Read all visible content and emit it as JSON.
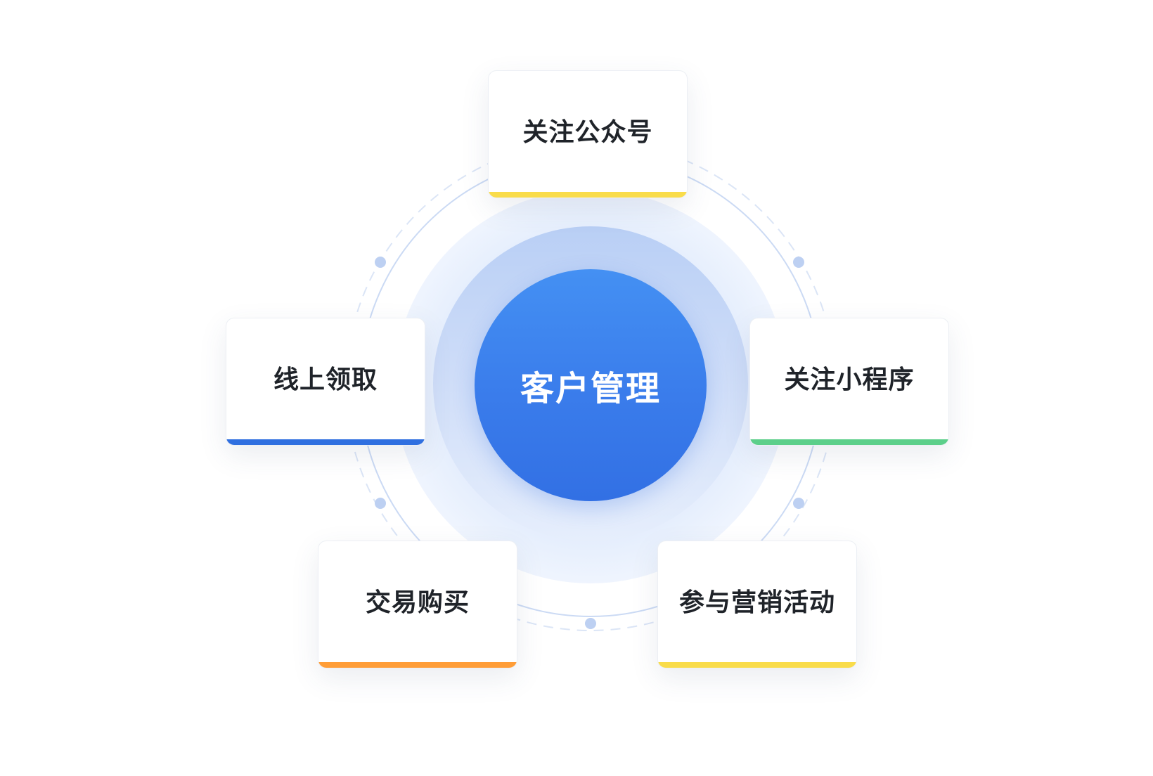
{
  "center": {
    "label": "客户管理"
  },
  "cards": {
    "top": {
      "label": "关注公众号",
      "accent": "#f9dc4a"
    },
    "left": {
      "label": "线上领取",
      "accent": "#2f6fe0"
    },
    "right": {
      "label": "关注小程序",
      "accent": "#5ccf8a"
    },
    "bottom_left": {
      "label": "交易购买",
      "accent": "#ff9d37"
    },
    "bottom_right": {
      "label": "参与营销活动",
      "accent": "#f9dc4a"
    }
  },
  "colors": {
    "core": "#3a7ceb",
    "ring": "#c9d9f5",
    "node": "#bdd0f2"
  }
}
